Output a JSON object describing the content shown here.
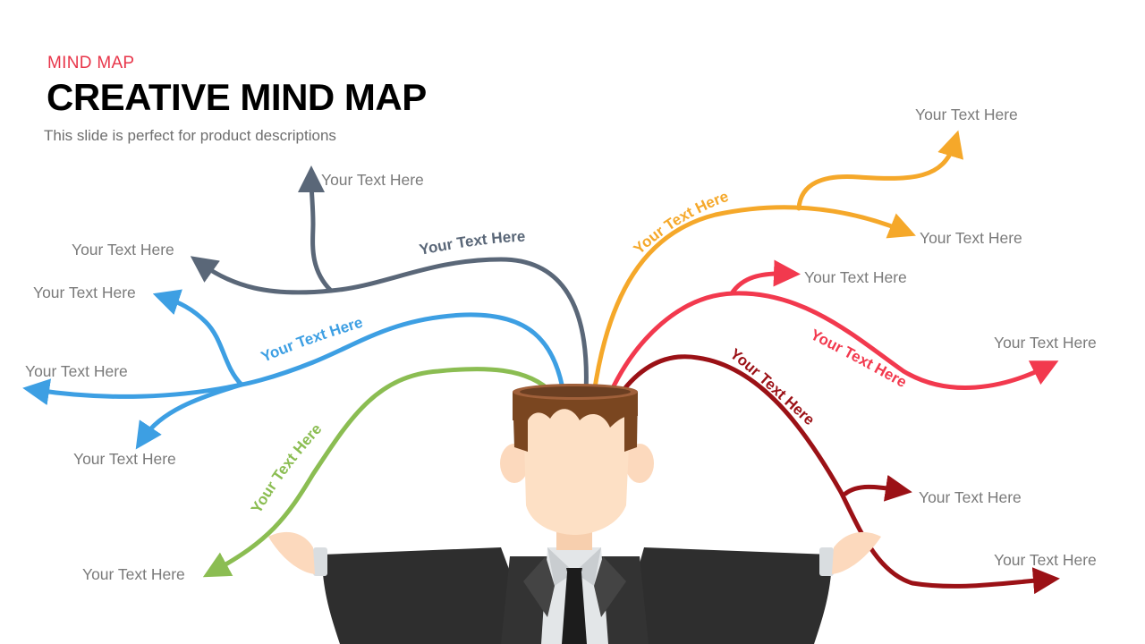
{
  "header": {
    "kicker": "MIND MAP",
    "title": "CREATIVE MIND MAP",
    "subtitle": "This slide is perfect for product descriptions"
  },
  "colors": {
    "kicker": "#e8364a",
    "slate": "#5a6778",
    "blue": "#3d9fe3",
    "green": "#8bbd52",
    "orange": "#f5a82a",
    "red": "#f2394e",
    "darkred": "#9b1116"
  },
  "branches": {
    "slate": {
      "label": "Your Text Here",
      "leaves": [
        "Your Text Here",
        "Your Text Here"
      ]
    },
    "blue": {
      "label": "Your Text Here",
      "leaves": [
        "Your Text Here",
        "Your Text Here",
        "Your Text Here"
      ]
    },
    "green": {
      "label": "Your Text Here",
      "leaves": [
        "Your Text Here"
      ]
    },
    "orange": {
      "label": "Your Text Here",
      "leaves": [
        "Your Text Here",
        "Your Text Here"
      ]
    },
    "red": {
      "label": "Your Text Here",
      "leaves": [
        "Your Text Here",
        "Your Text Here"
      ]
    },
    "darkred": {
      "label": "Your Text Here",
      "leaves": [
        "Your Text Here",
        "Your Text Here"
      ]
    }
  },
  "illustration": {
    "figure": "businessman-with-open-head"
  }
}
